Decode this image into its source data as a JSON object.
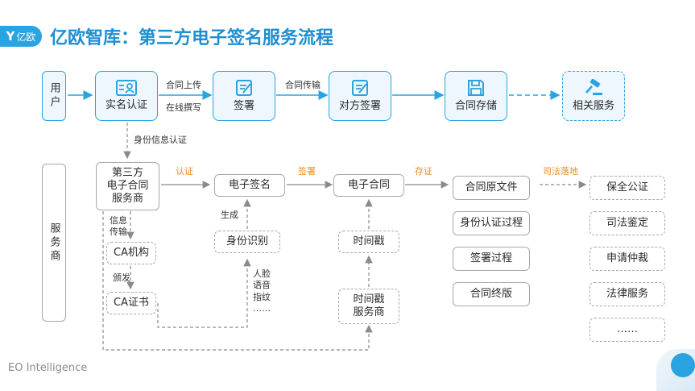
{
  "header": {
    "logo_text": "亿欧",
    "title": "亿欧智库：第三方电子签名服务流程"
  },
  "footer": {
    "brand": "EO Intelligence"
  },
  "top_row": {
    "user_label": "用户",
    "steps": [
      {
        "label": "实名认证",
        "icon": "id-card-icon"
      },
      {
        "label": "签署",
        "icon": "edit-document-icon"
      },
      {
        "label": "对方签署",
        "icon": "edit-document-icon"
      },
      {
        "label": "合同存储",
        "icon": "floppy-disk-icon"
      },
      {
        "label": "相关服务",
        "icon": "gavel-icon"
      }
    ],
    "arrow_labels": {
      "upload": "合同上传",
      "online_write": "在线撰写",
      "transfer": "合同传输"
    }
  },
  "middle": {
    "identity_auth": "身份信息认证",
    "provider_label": "服务商",
    "third_party": "第三方\n电子合同\n服务商",
    "labels": {
      "auth": "认证",
      "sign": "签署",
      "deposit": "存证",
      "judicial": "司法落地",
      "generate": "生成",
      "info_transfer": "信息\n传输",
      "issue": "颁发",
      "biometric": "人脸\n语音\n指纹\n……"
    },
    "e_signature": "电子签名",
    "e_contract": "电子合同",
    "identity_recognition": "身份识别",
    "timestamp": "时间戳",
    "timestamp_provider": "时间戳\n服务商",
    "ca_org": "CA机构",
    "ca_cert": "CA证书",
    "storage_items": [
      "合同原文件",
      "身份认证过程",
      "签署过程",
      "合同终版"
    ],
    "services": [
      "保全公证",
      "司法鉴定",
      "申请仲裁",
      "法律服务",
      "……"
    ]
  }
}
